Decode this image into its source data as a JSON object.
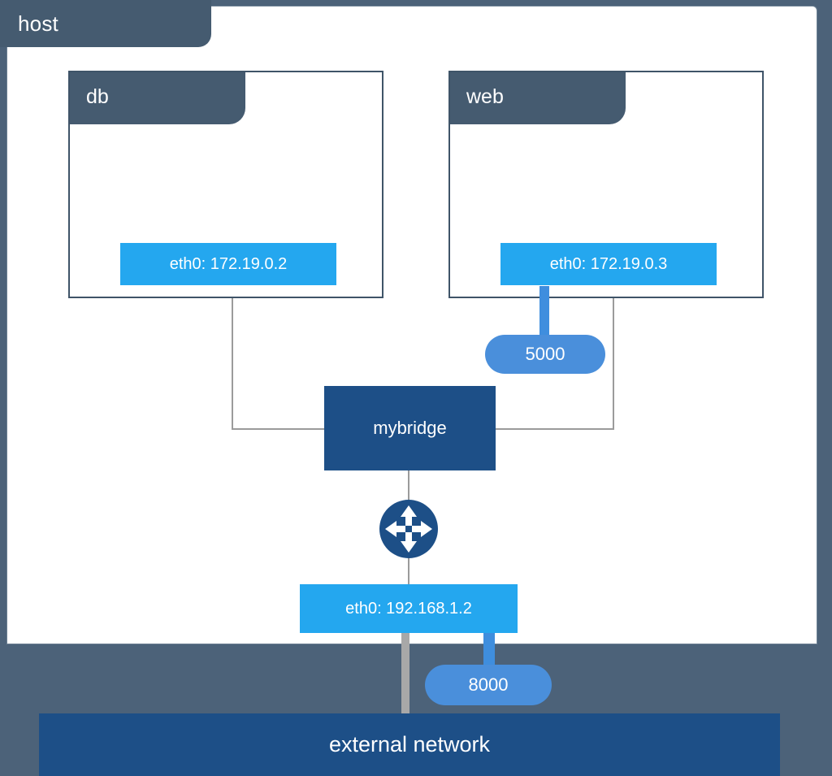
{
  "diagram": {
    "title": "host",
    "type": "docker-bridge-network-topology",
    "colors": {
      "slate_background": "#4c6279",
      "tab_dark": "#455b70",
      "interface_blue": "#24a7ef",
      "port_pill_blue": "#4a8fdb",
      "bridge_navy": "#1d4f87",
      "wire_grey": "#9b9b9b",
      "card_border": "#3f5468",
      "text_white": "#ffffff"
    }
  },
  "host": {
    "label": "host"
  },
  "containers": [
    {
      "name": "db",
      "interface_label": "eth0: 172.19.0.2",
      "interface_name": "eth0",
      "ip": "172.19.0.2",
      "published_port": null
    },
    {
      "name": "web",
      "interface_label": "eth0: 172.19.0.3",
      "interface_name": "eth0",
      "ip": "172.19.0.3",
      "published_port": "5000"
    }
  ],
  "bridge": {
    "label": "mybridge"
  },
  "router": {
    "icon": "router-icon"
  },
  "host_interface": {
    "label": "eth0: 192.168.1.2",
    "interface_name": "eth0",
    "ip": "192.168.1.2"
  },
  "host_published_port": {
    "label": "8000"
  },
  "external_network": {
    "label": "external network"
  }
}
